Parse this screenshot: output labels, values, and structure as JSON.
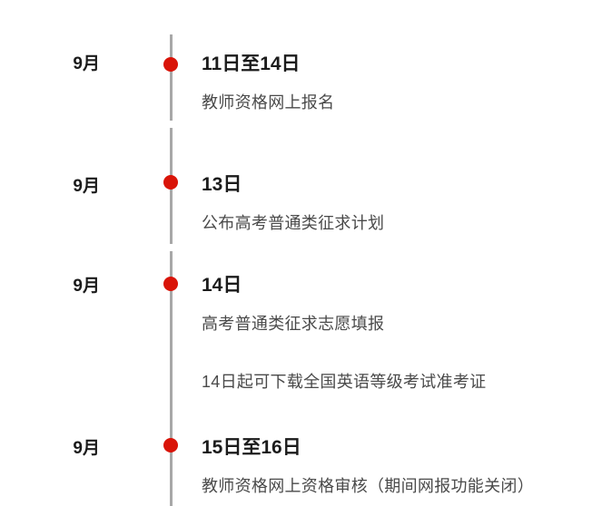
{
  "page": {
    "background_color": "#ffffff",
    "accent_color": "#d91408",
    "axis_color": "#a8a8a8",
    "title_color": "#1b1b1b",
    "desc_color": "#4a4a4a"
  },
  "timeline": {
    "entries": [
      {
        "month": "9月",
        "title": "11日至14日",
        "descriptions": [
          "教师资格网上报名"
        ]
      },
      {
        "month": "9月",
        "title": "13日",
        "descriptions": [
          "公布高考普通类征求计划"
        ]
      },
      {
        "month": "9月",
        "title": "14日",
        "descriptions": [
          "高考普通类征求志愿填报",
          "14日起可下载全国英语等级考试准考证"
        ]
      },
      {
        "month": "9月",
        "title": "15日至16日",
        "descriptions": [
          "教师资格网上资格审核（期间网报功能关闭）"
        ]
      }
    ]
  }
}
